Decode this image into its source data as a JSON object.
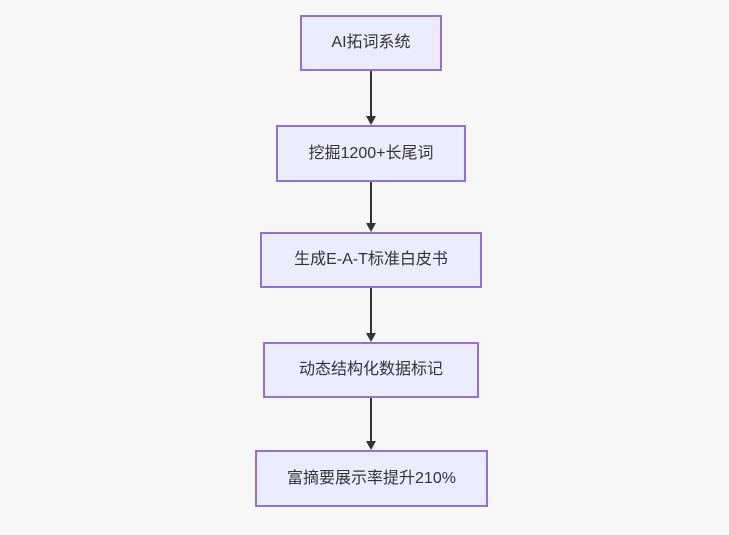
{
  "diagram": {
    "type": "flowchart",
    "direction": "top-down",
    "nodes": [
      {
        "id": "n1",
        "label": "AI拓词系统"
      },
      {
        "id": "n2",
        "label": "挖掘1200+长尾词"
      },
      {
        "id": "n3",
        "label": "生成E-A-T标准白皮书"
      },
      {
        "id": "n4",
        "label": "动态结构化数据标记"
      },
      {
        "id": "n5",
        "label": "富摘要展示率提升210%"
      }
    ],
    "edges": [
      {
        "from": "n1",
        "to": "n2"
      },
      {
        "from": "n2",
        "to": "n3"
      },
      {
        "from": "n3",
        "to": "n4"
      },
      {
        "from": "n4",
        "to": "n5"
      }
    ],
    "colors": {
      "node_fill": "#ECECFF",
      "node_border": "#9370DB",
      "arrow": "#333333",
      "text": "#333333",
      "background": "#f7f7f7"
    }
  }
}
